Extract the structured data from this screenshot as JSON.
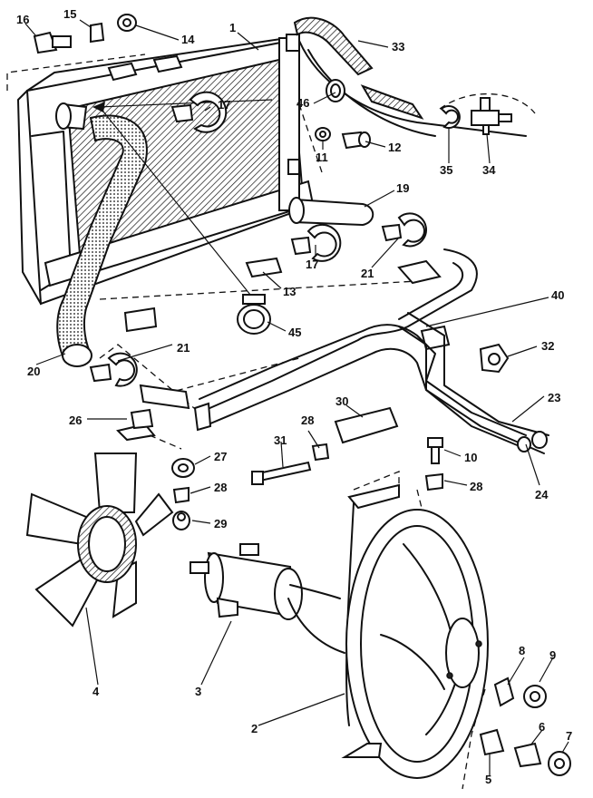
{
  "labels": {
    "p1": "1",
    "p2": "2",
    "p3": "3",
    "p4": "4",
    "p5": "5",
    "p6": "6",
    "p7": "7",
    "p8": "8",
    "p9": "9",
    "p10": "10",
    "p11": "11",
    "p12": "12",
    "p13": "13",
    "p14": "14",
    "p15": "15",
    "p16": "16",
    "p17a": "17",
    "p17b": "17",
    "p19": "19",
    "p20": "20",
    "p21a": "21",
    "p21b": "21",
    "p23": "23",
    "p24": "24",
    "p26": "26",
    "p27": "27",
    "p28a": "28",
    "p28b": "28",
    "p28c": "28",
    "p29": "29",
    "p30": "30",
    "p31": "31",
    "p32": "32",
    "p33": "33",
    "p34": "34",
    "p35": "35",
    "p40": "40",
    "p45": "45",
    "p46": "46"
  }
}
